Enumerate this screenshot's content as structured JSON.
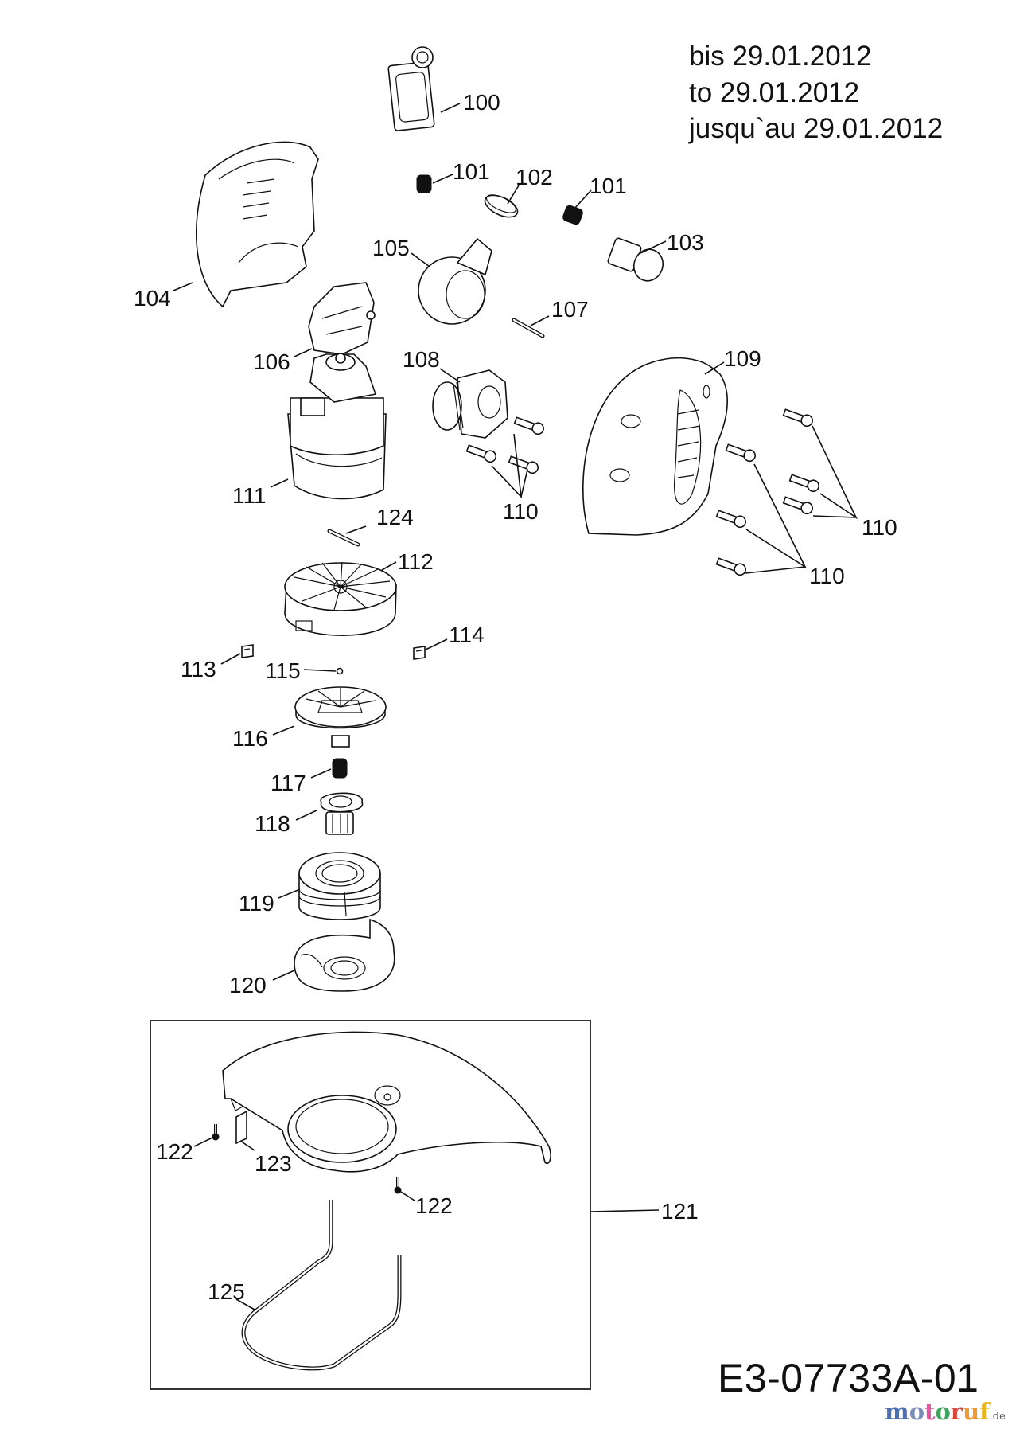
{
  "validity": {
    "lines": [
      "bis 29.01.2012",
      "to 29.01.2012",
      "jusqu`au 29.01.2012"
    ]
  },
  "drawing_code": "E3-07733A-01",
  "logo": {
    "letters": [
      {
        "char": "m",
        "color": "#4a6fb5"
      },
      {
        "char": "o",
        "color": "#7d8db8"
      },
      {
        "char": "t",
        "color": "#e0559c"
      },
      {
        "char": "o",
        "color": "#3ea55b"
      },
      {
        "char": "r",
        "color": "#d9473a"
      },
      {
        "char": "u",
        "color": "#ef9a2c"
      },
      {
        "char": "f",
        "color": "#e6b620"
      }
    ],
    "tld": ".de"
  },
  "parts": {
    "p100": "100",
    "p101a": "101",
    "p102": "102",
    "p101b": "101",
    "p103": "103",
    "p104": "104",
    "p105": "105",
    "p106": "106",
    "p107": "107",
    "p108": "108",
    "p109": "109",
    "p110a": "110",
    "p110b": "110",
    "p110c": "110",
    "p111": "111",
    "p124": "124",
    "p112": "112",
    "p113": "113",
    "p114": "114",
    "p115": "115",
    "p116": "116",
    "p117": "117",
    "p118": "118",
    "p119": "119",
    "p120": "120",
    "p121": "121",
    "p122a": "122",
    "p123": "123",
    "p122b": "122",
    "p125": "125"
  }
}
